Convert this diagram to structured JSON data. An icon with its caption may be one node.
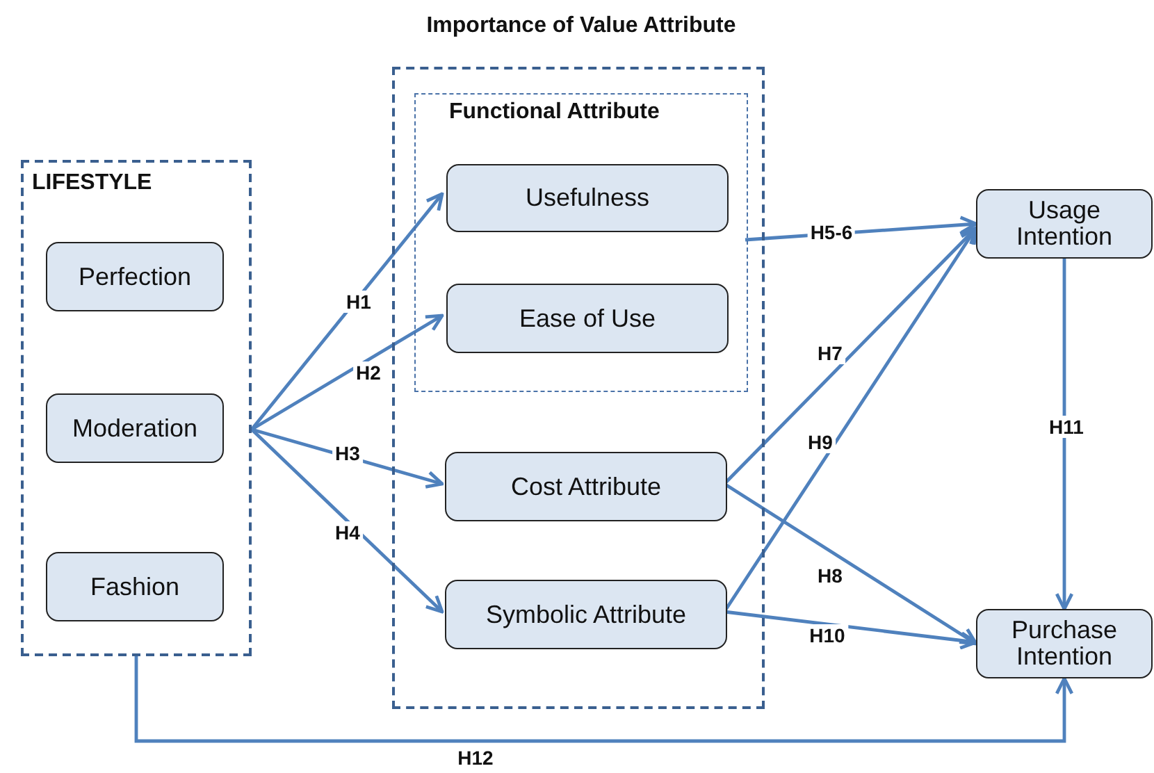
{
  "diagram": {
    "nodes": [
      {
        "text": [
          "Importance of Value Attribute"
        ]
      },
      {
        "text": [
          "Functional Attribute"
        ],
        "in": 0
      },
      {
        "text": [
          "Usefulness"
        ],
        "in": 1
      },
      {
        "text": [
          "Ease of Use"
        ],
        "in": 1
      },
      {
        "text": [
          "Cost Attribute"
        ],
        "in": 0
      },
      {
        "text": [
          "Symbolic Attribute"
        ],
        "in": 0
      },
      {
        "text": [
          "LIFESTYLE"
        ]
      },
      {
        "text": [
          "Perfection"
        ],
        "in": 6
      },
      {
        "text": [
          "Moderation"
        ],
        "in": 6
      },
      {
        "text": [
          "Fashion"
        ],
        "in": 6
      },
      {
        "text": [
          "Usage Intention"
        ]
      },
      {
        "text": [
          "Purchase Intention"
        ]
      }
    ],
    "edges": [
      {
        "from": 6,
        "to": 2,
        "arrow": "to",
        "label": "H1"
      },
      {
        "from": 6,
        "to": 3,
        "arrow": "to",
        "label": "H2"
      },
      {
        "from": 6,
        "to": 4,
        "arrow": "to",
        "label": "H3"
      },
      {
        "from": 6,
        "to": 5,
        "arrow": "to",
        "label": "H4"
      },
      {
        "from": 1,
        "to": 10,
        "arrow": "to",
        "label": "H5-6"
      },
      {
        "from": 4,
        "to": 10,
        "arrow": "to",
        "label": "H7"
      },
      {
        "from": 4,
        "to": 11,
        "arrow": "to",
        "label": "H8"
      },
      {
        "from": 5,
        "to": 10,
        "arrow": "to",
        "label": "H9"
      },
      {
        "from": 5,
        "to": 11,
        "arrow": "to",
        "label": "H10"
      },
      {
        "from": 10,
        "to": 11,
        "arrow": "to",
        "label": "H11"
      },
      {
        "from": 6,
        "to": 11,
        "arrow": "to",
        "label": "H12"
      }
    ]
  }
}
